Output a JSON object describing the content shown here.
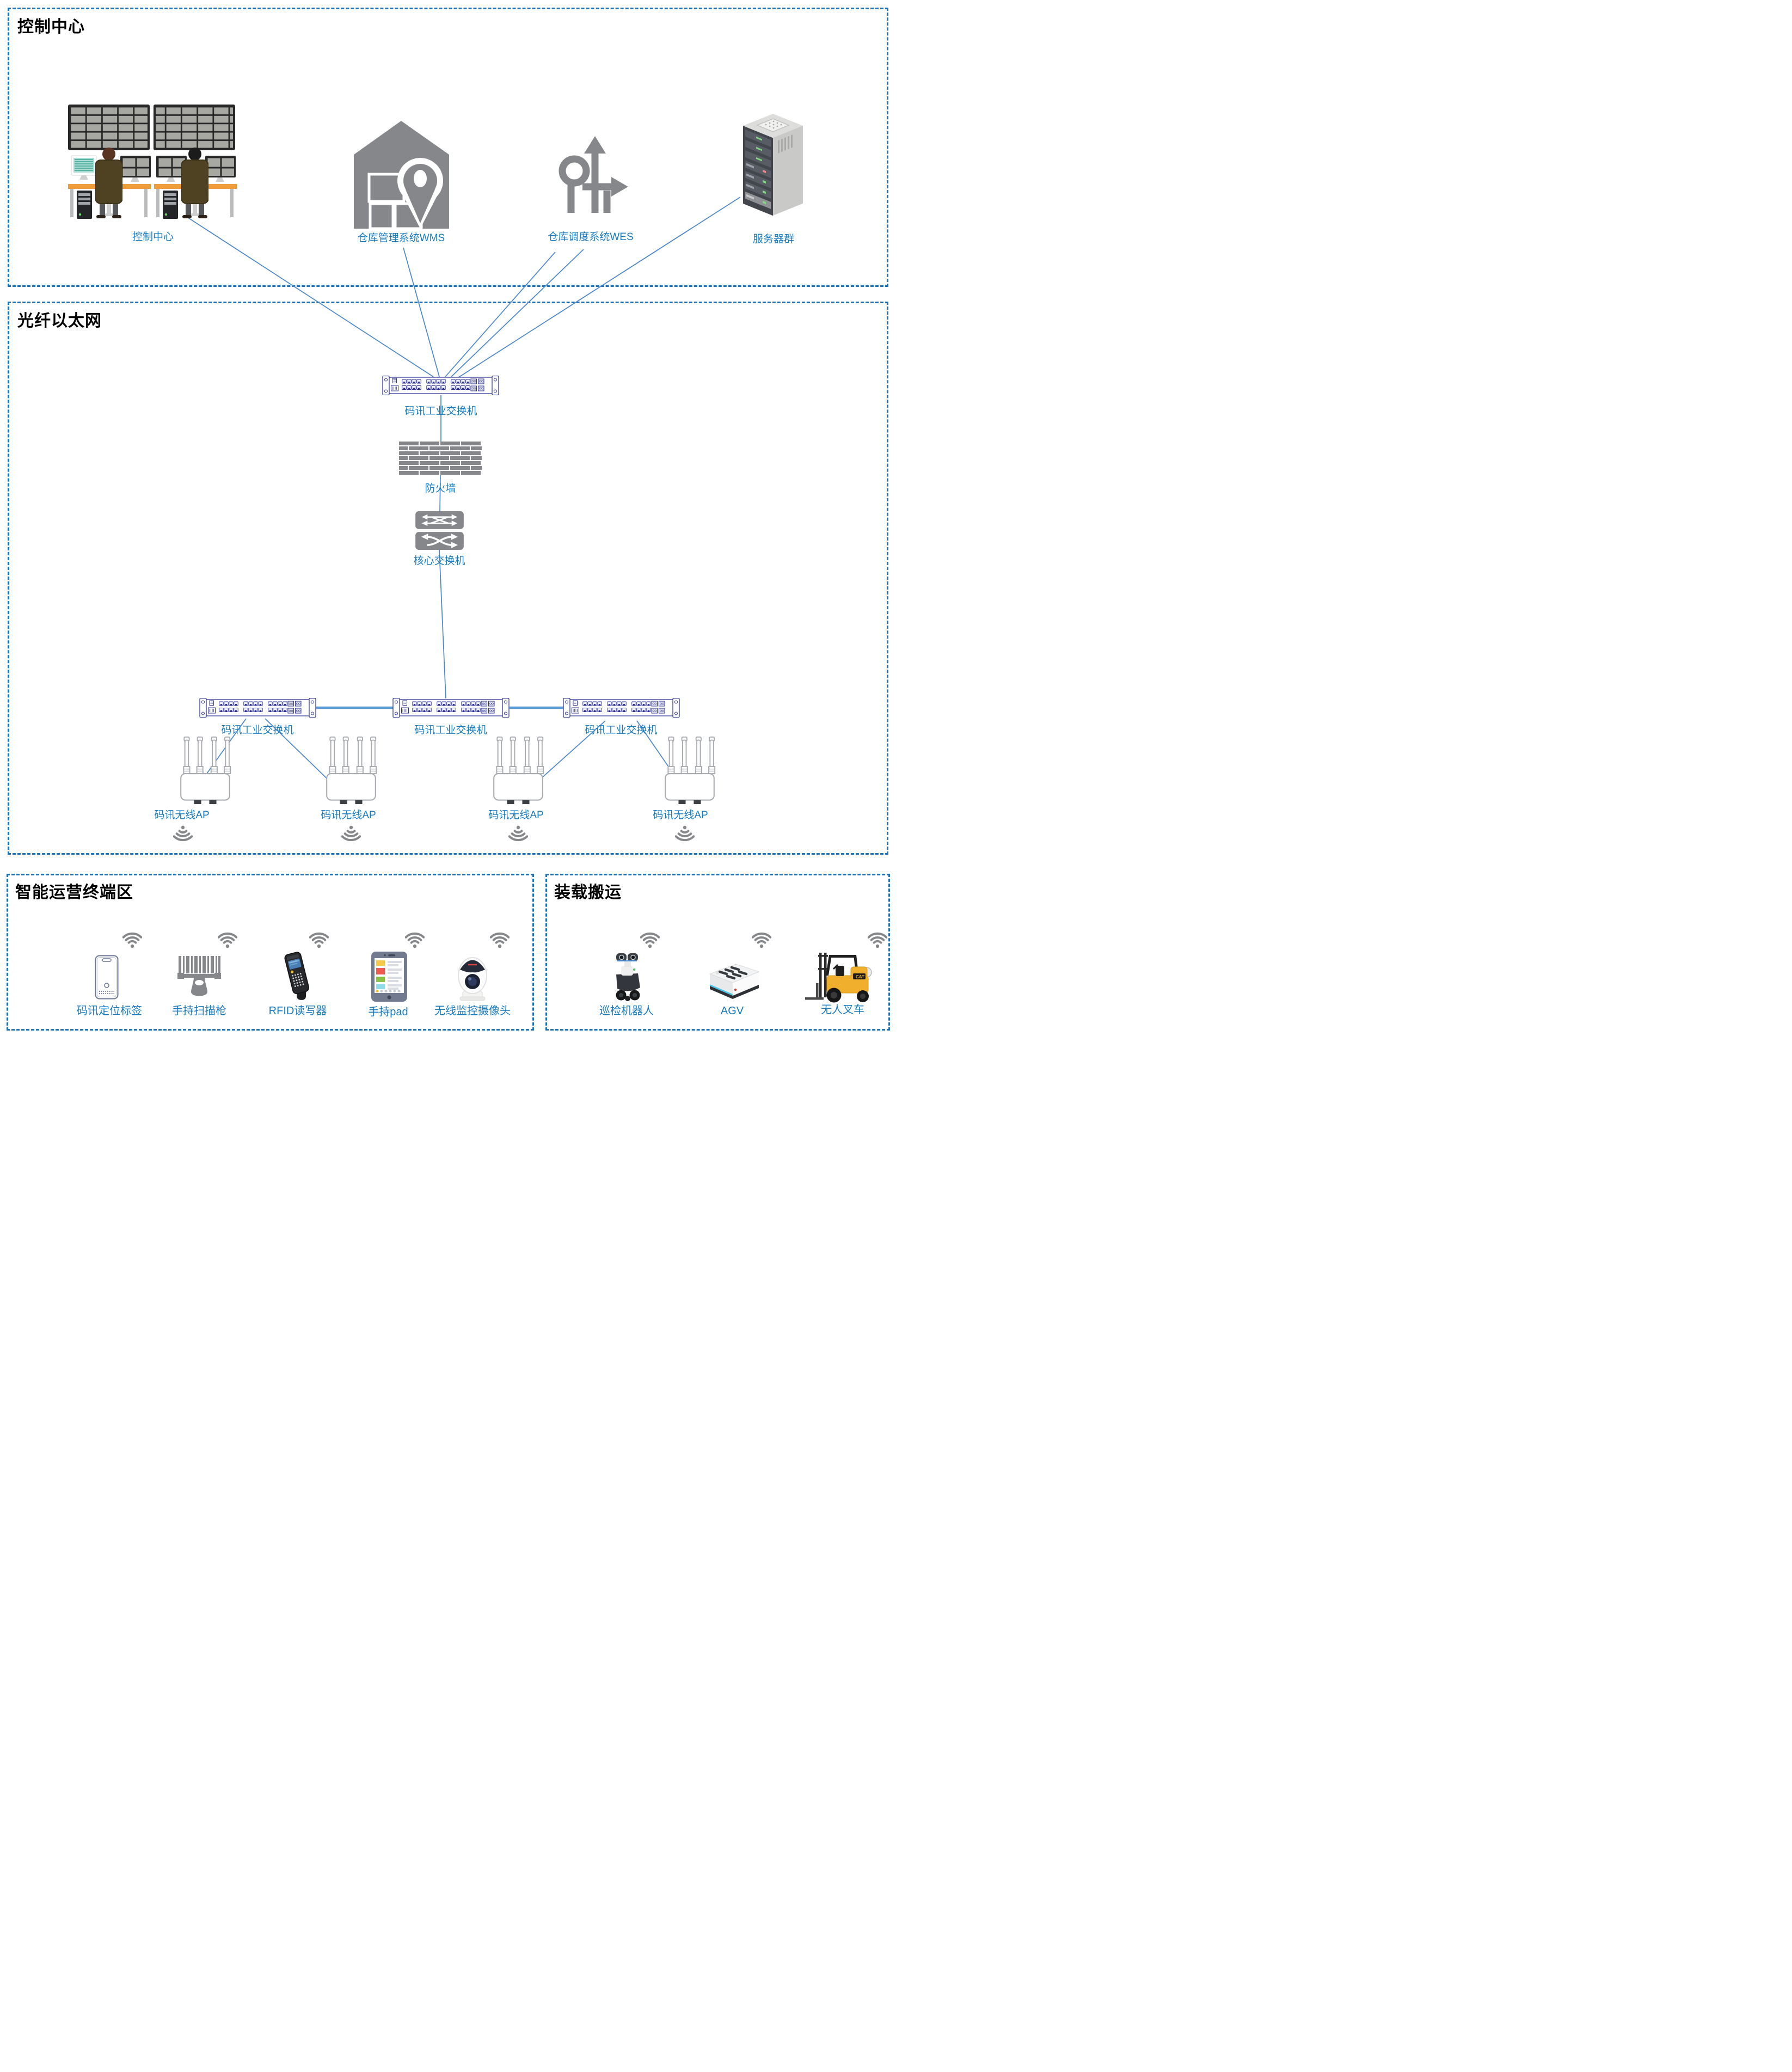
{
  "sections": {
    "control_center": "控制中心",
    "fiber_ethernet": "光纤以太网",
    "terminal_area": "智能运营终端区",
    "loading_handling": "装载搬运"
  },
  "labels": {
    "control_center": "控制中心",
    "wms": "仓库管理系统WMS",
    "wes": "仓库调度系统WES",
    "server_cluster": "服务器群",
    "industrial_switch": "码讯工业交换机",
    "firewall": "防火墙",
    "core_switch": "核心交换机",
    "wireless_ap": "码讯无线AP",
    "locating_tag": "码讯定位标签",
    "handheld_scanner": "手持扫描枪",
    "rfid_reader": "RFID读写器",
    "handheld_pad": "手持pad",
    "wireless_camera": "无线监控摄像头",
    "inspection_robot": "巡检机器人",
    "agv": "AGV",
    "unmanned_forklift": "无人叉车"
  },
  "colors": {
    "label_blue": "#187abe",
    "border_blue": "#1f71b8",
    "line_blue": "#4a86c8",
    "icon_gray": "#85878a",
    "switch_navy": "#2e3192"
  }
}
